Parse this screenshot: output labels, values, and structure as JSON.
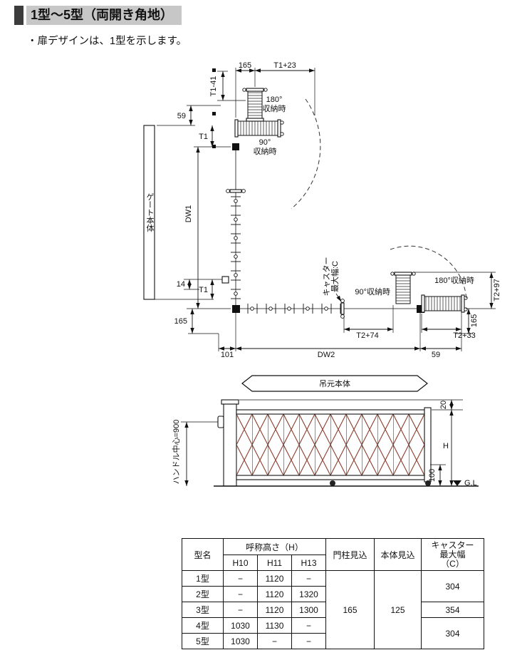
{
  "page": {
    "title": "1型～5型（両開き角地）",
    "note": "・扉デザインは、1型を示します。"
  },
  "plan": {
    "wall_label": "ゲート本体",
    "banner": "吊元本体",
    "store_180_l1": "180°",
    "store_180_l2": "収納時",
    "store_90_l1": "90°",
    "store_90_l2": "収納時",
    "store_90_right": "90°収納時",
    "store_180_right": "180°収納時",
    "caster_l1": "キャスター",
    "caster_l2": "最大幅:C",
    "dims": {
      "top_165": "165",
      "t1_plus_23": "T1+23",
      "t1_minus_41": "T1-41",
      "left_59": "59",
      "t1_upper": "T1",
      "dw1": "DW1",
      "d14": "14",
      "t1_lower": "T1",
      "left_165": "165",
      "t2_plus_74": "T2+74",
      "t2_plus_33": "T2+33",
      "right_165": "165",
      "t2_plus_97": "T2+97",
      "b101": "101",
      "dw2": "DW2",
      "bottom_59": "59"
    }
  },
  "elevation": {
    "handle_center": "ハンドル中心=900",
    "dims": {
      "d20": "20",
      "h": "H",
      "d100": "100"
    },
    "gl": "G.L"
  },
  "table": {
    "col_type": "型名",
    "col_height_group": "呼称高さ（H）",
    "col_h10": "H10",
    "col_h11": "H11",
    "col_h13": "H13",
    "col_post": "門柱見込",
    "col_body": "本体見込",
    "caster_l1": "キャスター",
    "caster_l2": "最大幅",
    "caster_l3": "（C）",
    "post_depth": "165",
    "body_depth": "125",
    "caster_12": "304",
    "caster_3": "354",
    "caster_45": "304",
    "rows": [
      {
        "name": "1型",
        "h10": "−",
        "h11": "1120",
        "h13": "−"
      },
      {
        "name": "2型",
        "h10": "−",
        "h11": "1120",
        "h13": "1320"
      },
      {
        "name": "3型",
        "h10": "−",
        "h11": "1120",
        "h13": "1300"
      },
      {
        "name": "4型",
        "h10": "1030",
        "h11": "1130",
        "h13": "−"
      },
      {
        "name": "5型",
        "h10": "1030",
        "h11": "−",
        "h13": "−"
      }
    ]
  }
}
